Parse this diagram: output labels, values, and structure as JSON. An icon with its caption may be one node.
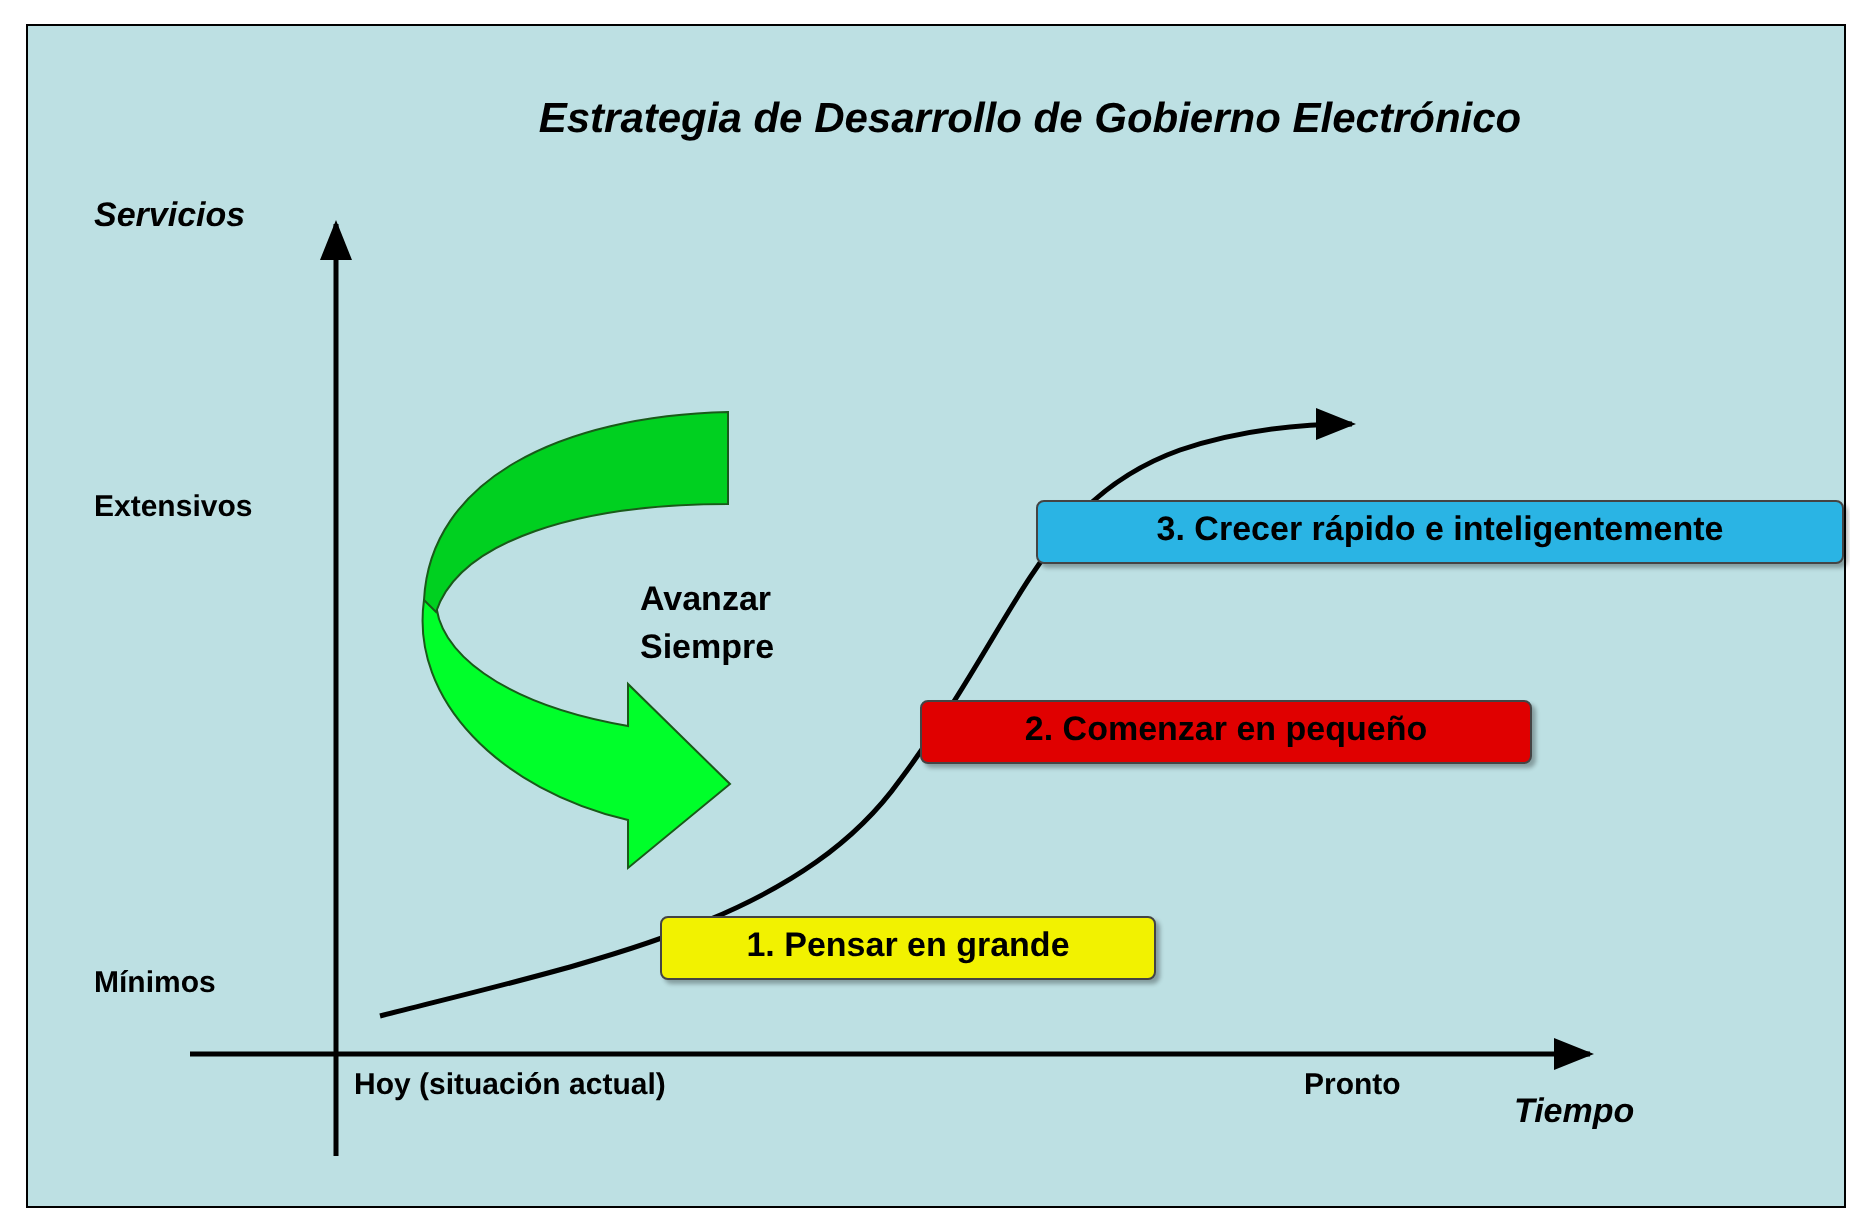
{
  "diagram": {
    "title": "Estrategia de Desarrollo de Gobierno Electrónico",
    "nodes": [
      {
        "text": [
          "1. Pensar en grande"
        ]
      },
      {
        "text": [
          "2. Comenzar en pequeño"
        ]
      },
      {
        "text": [
          "3. Crecer rápido e inteligentemente"
        ]
      }
    ],
    "edges": [],
    "labels": [
      "Servicios",
      "Extensivos",
      "Avanzar Siempre",
      "Mínimos",
      "Hoy (situación actual)",
      "Pronto",
      "Tiempo"
    ]
  }
}
